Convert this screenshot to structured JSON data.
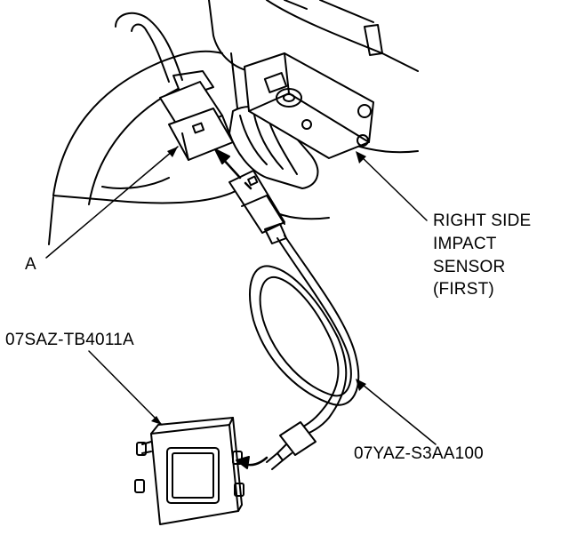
{
  "labels": {
    "part_a": "A",
    "sensor_line1": "RIGHT SIDE",
    "sensor_line2": "IMPACT",
    "sensor_line3": "SENSOR",
    "sensor_line4": "(FIRST)",
    "simulator_part": "07SAZ-TB4011A",
    "harness_part": "07YAZ-S3AA100"
  }
}
